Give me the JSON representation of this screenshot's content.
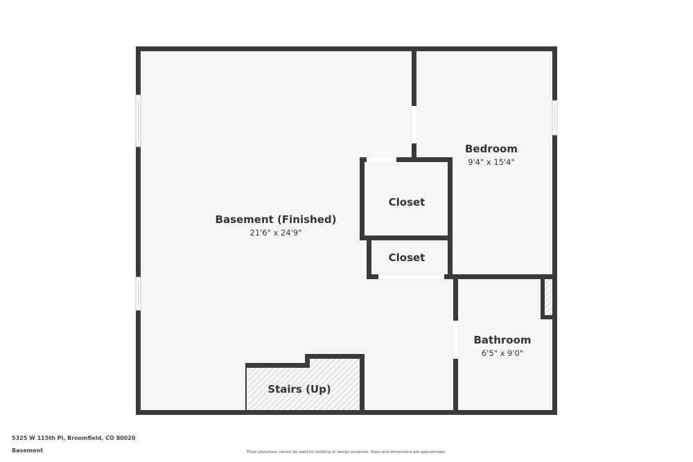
{
  "floorplan": {
    "level": "Basement",
    "address": "5325 W 115th Pl, Broomfield, CO 80020",
    "disclaimer": "Floor plans/tour cannot be used for building or design purposes. Sizes and dimensions are approximate.",
    "colors": {
      "wall": "#3a3a3a",
      "floor": "#f6f6f6",
      "background": "#ffffff",
      "text": "#333333",
      "hatch": "#bbbbbb"
    },
    "rooms": [
      {
        "name": "Basement (Finished)",
        "dimensions": "21'6\" x 24'9\""
      },
      {
        "name": "Bedroom",
        "dimensions": "9'4\" x 15'4\""
      },
      {
        "name": "Closet",
        "dimensions": ""
      },
      {
        "name": "Closet",
        "dimensions": ""
      },
      {
        "name": "Bathroom",
        "dimensions": "6'5\" x 9'0\""
      },
      {
        "name": "Stairs (Up)",
        "dimensions": ""
      }
    ]
  }
}
